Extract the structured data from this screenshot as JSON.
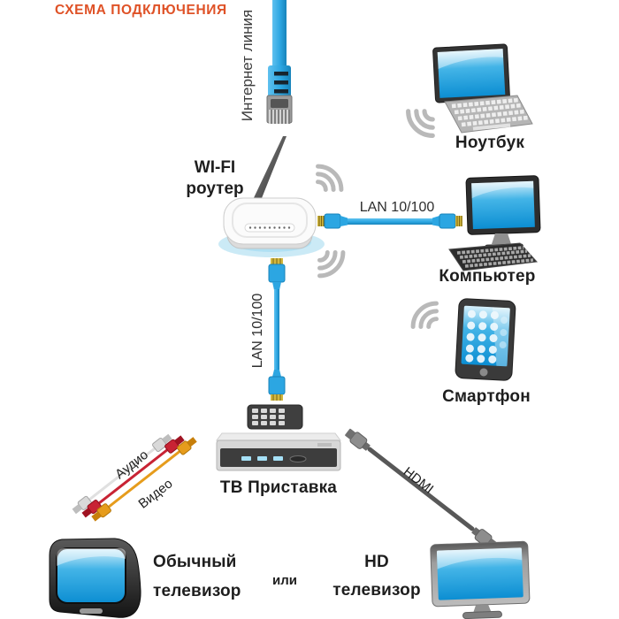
{
  "title": "СХЕМА ПОДКЛЮЧЕНИЯ",
  "router": {
    "label_line1": "WI-FI",
    "label_line2": "роутер"
  },
  "devices": {
    "laptop": "Ноутбук",
    "computer": "Компьютер",
    "smartphone": "Смартфон",
    "settop": "ТВ Приставка",
    "crt_tv_line1": "Обычный",
    "crt_tv_line2": "телевизор",
    "hd_tv_line1": "HD",
    "hd_tv_line2": "телевизор"
  },
  "cables": {
    "internet": "Интернет линия",
    "lan_computer": "LAN 10/100",
    "lan_settop": "LAN 10/100",
    "audio": "Аудио",
    "video": "Видео",
    "hdmi": "HDMI"
  },
  "conjunction": "или",
  "colors": {
    "title": "#df5227",
    "cable_blue": "#2ca6e2",
    "cable_blue_dark": "#1783ba",
    "pin_gold": "#d2b83e",
    "wifi_gray": "#b9b9b9",
    "label_dark": "#1e1e1e",
    "audio_white": "#e0e0e0",
    "video_red": "#c82334",
    "video_yellow": "#e69c1c",
    "hdmi_gray": "#585858",
    "screen_blue": "#0c8ed2"
  }
}
